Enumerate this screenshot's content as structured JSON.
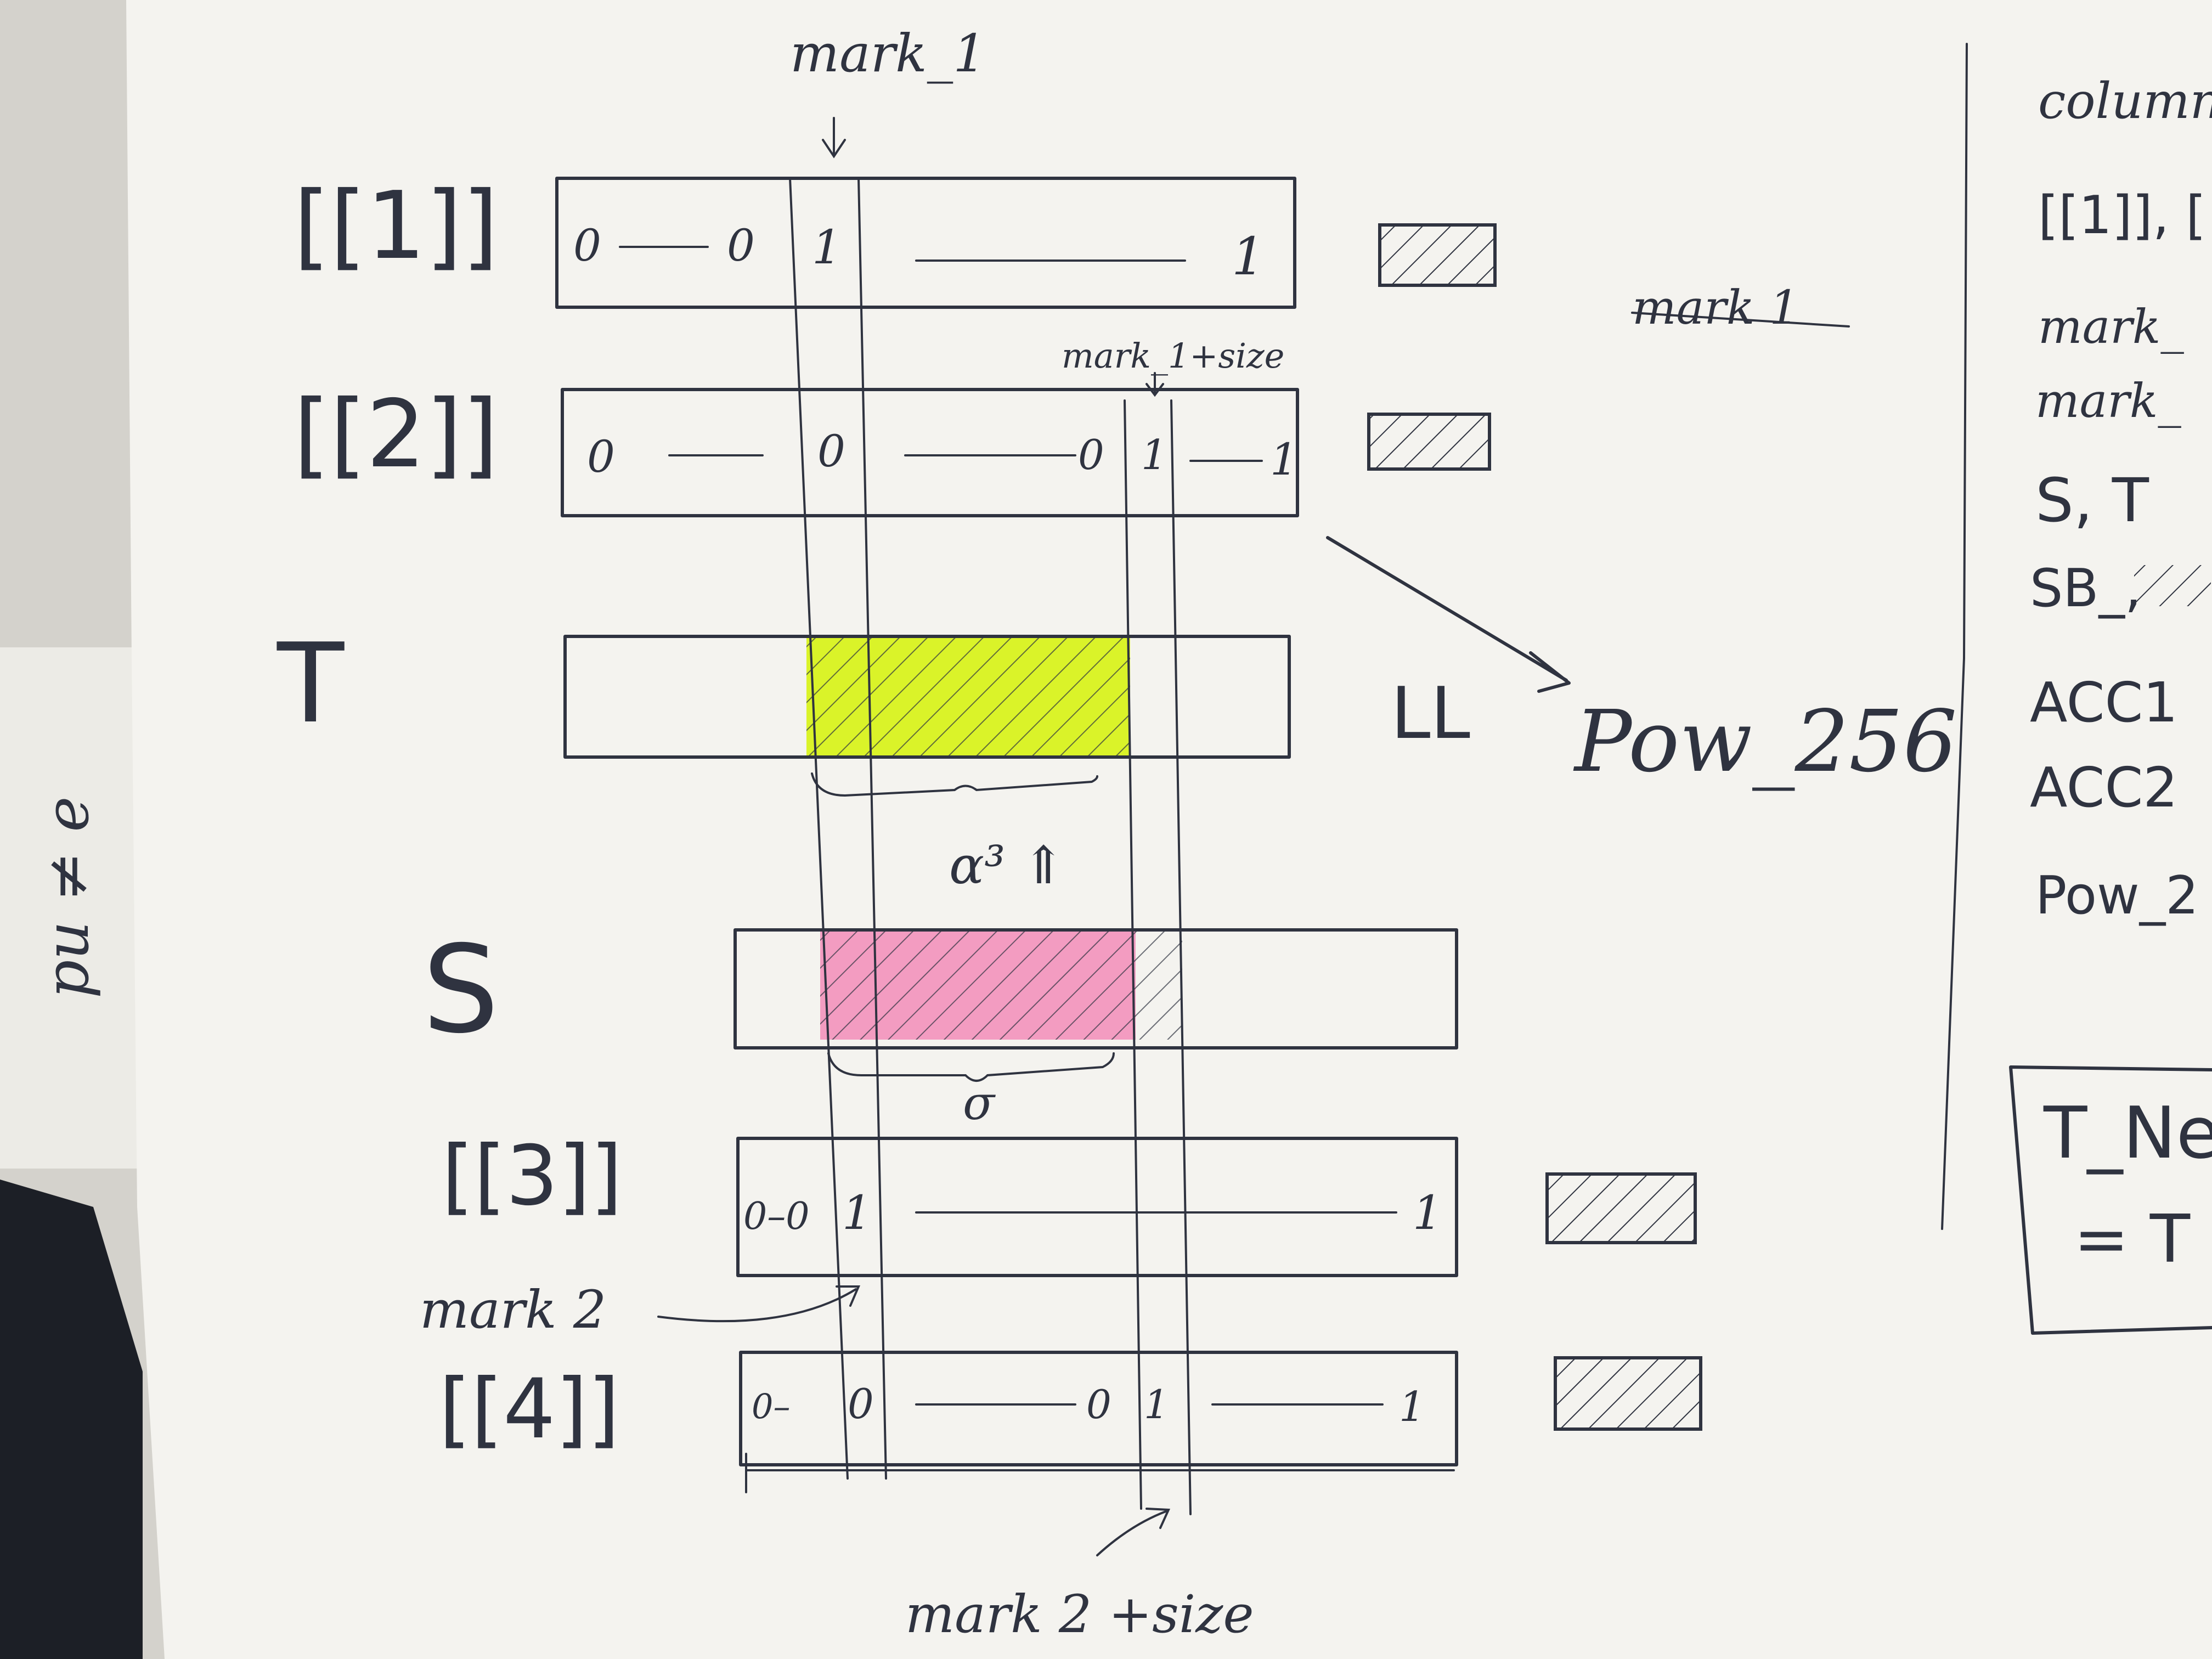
{
  "colors": {
    "paper": "#f4f3ef",
    "ink": "#2f3340",
    "highlight_yellow": "#d8f21e",
    "highlight_pink": "#f28cb8",
    "background": "#d4d2cc",
    "dark_object": "#1c1f26"
  },
  "annotations": {
    "mark1_top": "mark_1",
    "mark1_struck": "mark 1",
    "mark1_size": "mark_1+size",
    "mark2": "mark 2",
    "mark2_size": "mark 2 +size",
    "pow": "Pow_256",
    "ll": "LL",
    "alpha": "α³ ⇑",
    "sigma": "σ"
  },
  "rows": [
    {
      "label": "[[1]]",
      "cells": [
        "0",
        "0",
        "1",
        "1"
      ]
    },
    {
      "label": "[[2]]",
      "cells": [
        "0",
        "0",
        "0",
        "1",
        "1"
      ]
    },
    {
      "label": "T"
    },
    {
      "label": "S"
    },
    {
      "label": "[[3]]",
      "cells": [
        "0–0",
        "1",
        "1"
      ]
    },
    {
      "label": "[[4]]",
      "cells": [
        "0–",
        "0",
        "0",
        "1",
        "1"
      ]
    }
  ],
  "right_panel": {
    "items": [
      "columns",
      "[[1]], [",
      "mark_",
      "mark_",
      "S, T",
      "SB_,",
      "ACC1",
      "ACC2",
      "Pow_2"
    ],
    "box_lines": [
      "T_Ne",
      "= T"
    ]
  },
  "left_scrap": {
    "text": "pu ≠ e"
  }
}
